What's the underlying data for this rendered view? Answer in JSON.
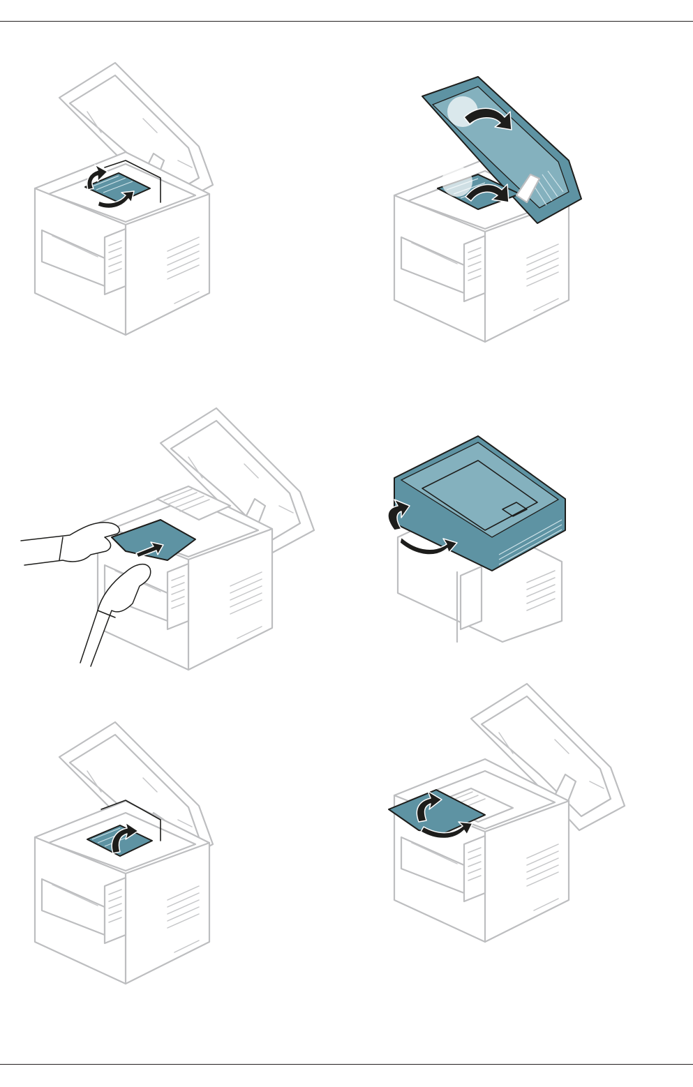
{
  "document": {
    "figures": [
      {
        "name": "open-inner-cover"
      },
      {
        "name": "open-scan-lid"
      },
      {
        "name": "pull-out-jammed-paper"
      },
      {
        "name": "close-scanner-unit"
      },
      {
        "name": "close-inner-cover"
      },
      {
        "name": "open-output-cover"
      }
    ]
  },
  "colors": {
    "accent": "#5e93a3",
    "outline": "#bdbec0",
    "ink": "#1d1d1b",
    "rule": "#231f20"
  }
}
